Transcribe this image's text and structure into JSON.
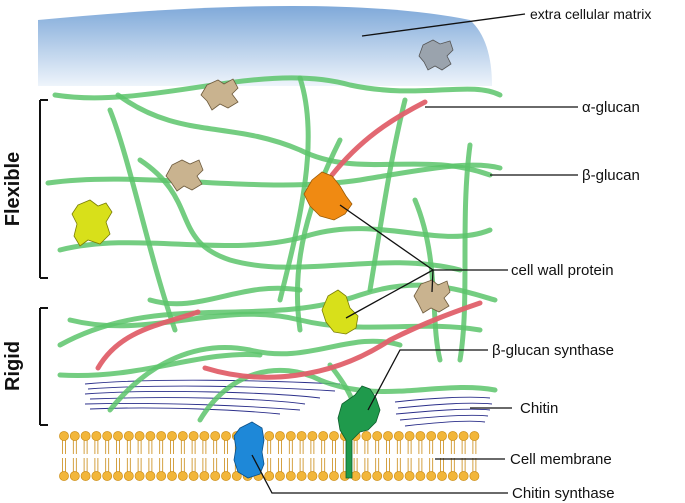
{
  "labels": {
    "ecm": "extra cellular matrix",
    "alpha_glucan": "α-glucan",
    "beta_glucan": "β-glucan",
    "cell_wall_protein": "cell wall protein",
    "beta_glucan_synthase": "β-glucan synthase",
    "chitin": "Chitin",
    "cell_membrane": "Cell membrane",
    "chitin_synthase": "Chitin synthase"
  },
  "sections": {
    "flexible": "Flexible",
    "rigid": "Rigid"
  },
  "colors": {
    "ecm_gradient_top": "#7fa9d9",
    "ecm_gradient_bottom": "#eef4fb",
    "beta_glucan": "#5cc46b",
    "alpha_glucan": "#e0606a",
    "protein_tan": "#c9b38f",
    "protein_orange": "#f08a12",
    "protein_yellow": "#d8e01a",
    "beta_glucan_synthase": "#1f9a4c",
    "chitin_synthase": "#1e88d8",
    "membrane_head": "#f2b63a",
    "chitin_fibers": "#2b2f8a"
  }
}
